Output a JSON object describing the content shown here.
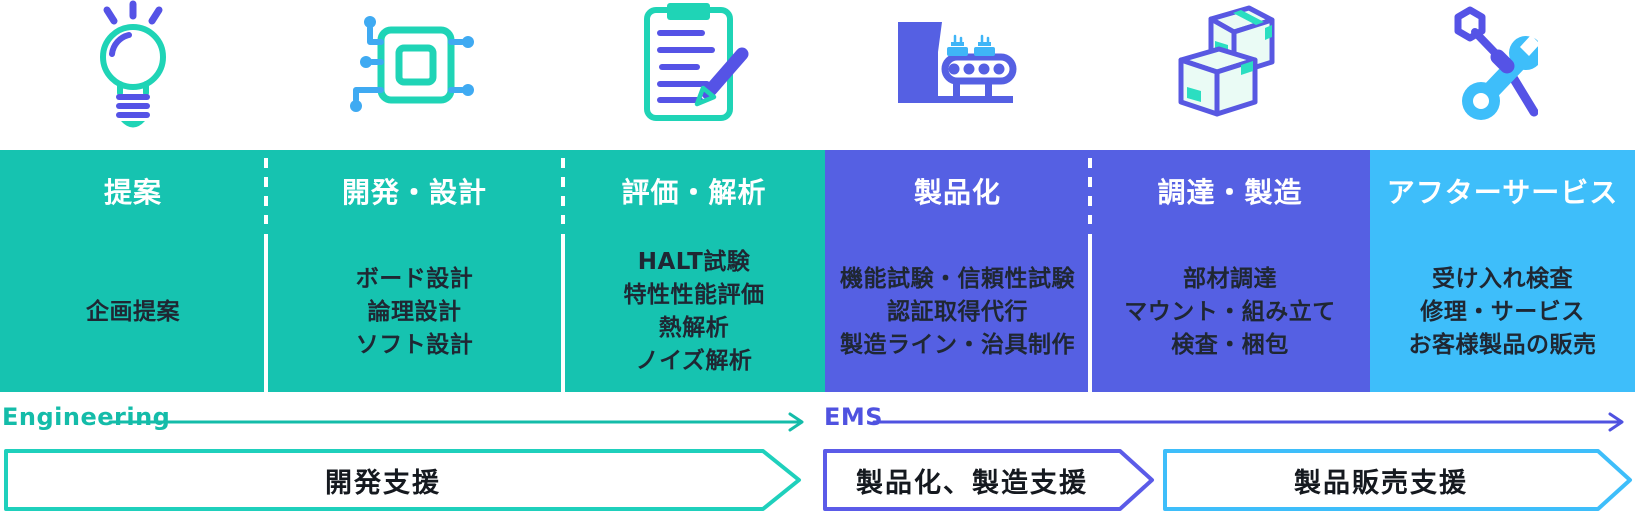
{
  "palette": {
    "teal": "#16C3B0",
    "purple": "#5560E3",
    "light_blue": "#3EBEFA",
    "icon_teal": "#1FD4B6",
    "icon_purple": "#5553E6",
    "icon_blue": "#3FAAF2",
    "box_fill": "#EAFBF5",
    "tape_teal": "#2BDEC1",
    "body_text": "#1F2733",
    "header_text": "#FFFFFF"
  },
  "icons": [
    "lightbulb-icon",
    "circuit-chip-icon",
    "clipboard-pen-icon",
    "production-line-icon",
    "stacked-boxes-icon",
    "crossed-tools-icon"
  ],
  "columns": [
    {
      "header": "提案",
      "items": [
        "企画提案"
      ]
    },
    {
      "header": "開発・設計",
      "items": [
        "ボード設計",
        "論理設計",
        "ソフト設計"
      ]
    },
    {
      "header": "評価・解析",
      "items": [
        "HALT試験",
        "特性性能評価",
        "熱解析",
        "ノイズ解析"
      ]
    },
    {
      "header": "製品化",
      "items": [
        "機能試験・信頼性試験",
        "認証取得代行",
        "製造ライン・治具制作"
      ]
    },
    {
      "header": "調達・製造",
      "items": [
        "部材調達",
        "マウント・組み立て",
        "検査・梱包"
      ]
    },
    {
      "header": "アフターサービス",
      "items": [
        "受け入れ検査",
        "修理・サービス",
        "お客様製品の販売"
      ]
    }
  ],
  "tracks": [
    {
      "label": "Engineering"
    },
    {
      "label": "EMS"
    }
  ],
  "support_arrows": [
    {
      "label": "開発支援"
    },
    {
      "label": "製品化、製造支援"
    },
    {
      "label": "製品販売支援"
    }
  ]
}
